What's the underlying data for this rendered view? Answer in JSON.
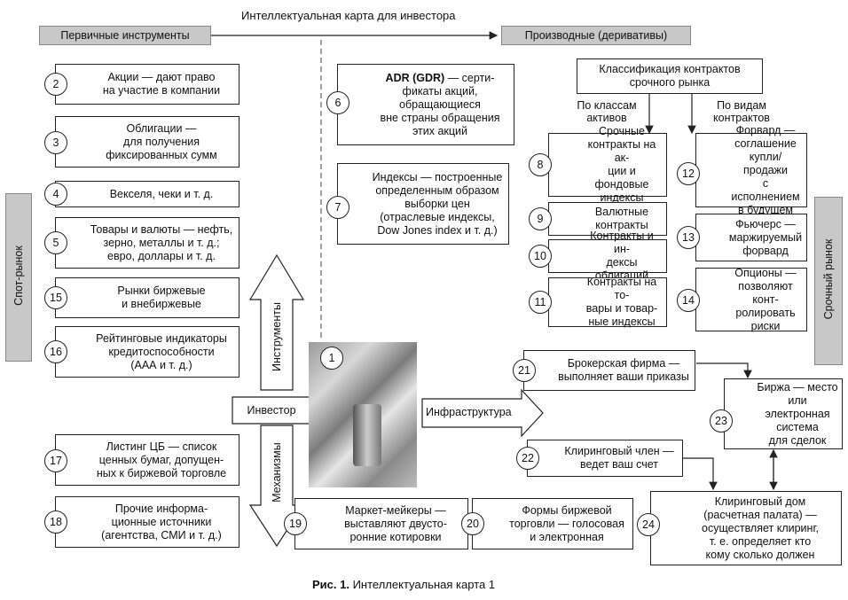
{
  "title": "Интеллектуальная карта для инвестора",
  "caption_bold": "Рис. 1.",
  "caption_text": " Интеллектуальная карта 1",
  "headers": {
    "primary": "Первичные инструменты",
    "derivatives": "Производные (деривативы)",
    "spot": "Спот-рынок",
    "futures_market": "Срочный рынок"
  },
  "center": {
    "investor": "Инвестор",
    "infrastructure": "Инфраструктура",
    "instruments": "Инструменты",
    "mechanisms": "Механизмы",
    "photo_num": "1"
  },
  "classification": {
    "title": "Классификация контрактов\nсрочного рынка",
    "by_assets": "По классам\nактивов",
    "by_contracts": "По видам\nконтрактов"
  },
  "left_boxes": [
    {
      "num": "2",
      "text": "Акции — дают право\nна участие в компании"
    },
    {
      "num": "3",
      "text": "Облигации —\nдля получения\nфиксированных сумм"
    },
    {
      "num": "4",
      "text": "Векселя, чеки и т. д."
    },
    {
      "num": "5",
      "text": "Товары и валюты — нефть,\nзерно, металлы и т. д.;\nевро, доллары и т. д."
    },
    {
      "num": "15",
      "text": "Рынки биржевые\nи внебиржевые"
    },
    {
      "num": "16",
      "text": "Рейтинговые индикаторы\nкредитоспособности\n(ААА и т. д.)"
    },
    {
      "num": "17",
      "text": "Листинг ЦБ — список\nценных бумаг, допущен-\nных к биржевой торговле"
    },
    {
      "num": "18",
      "text": "Прочие информа-\nционные источники\n(агентства, СМИ и т. д.)"
    }
  ],
  "mid_boxes": [
    {
      "num": "6",
      "text_bold": "ADR (GDR)",
      "text": " — серти-\nфикаты акций,\nобращающиеся\nвне страны обращения\nэтих акций"
    },
    {
      "num": "7",
      "text": "Индексы — построенные\nопределенным образом\nвыборки цен\n(отраслевые индексы,\nDow Jones index и т. д.)"
    }
  ],
  "asset_boxes": [
    {
      "num": "8",
      "text": "Срочные\nконтракты на ак-\nции и фондовые\nиндексы"
    },
    {
      "num": "9",
      "text": "Валютные\nконтракты"
    },
    {
      "num": "10",
      "text": "Контракты и ин-\nдексы облигаций"
    },
    {
      "num": "11",
      "text": "Контракты на то-\nвары и товар-\nные индексы"
    }
  ],
  "contract_boxes": [
    {
      "num": "12",
      "text": "Форвард —\nсоглашение\nкупли/продажи\nс исполнением\nв будущем"
    },
    {
      "num": "13",
      "text": "Фьючерс —\nмаржируемый\nфорвард"
    },
    {
      "num": "14",
      "text": "Опционы —\nпозволяют конт-\nролировать\nриски"
    }
  ],
  "infra_boxes": [
    {
      "num": "21",
      "text": "Брокерская фирма —\nвыполняет ваши приказы"
    },
    {
      "num": "22",
      "text": "Клиринговый член —\nведет ваш счет"
    },
    {
      "num": "23",
      "text": "Биржа — место\nили электронная\nсистема\nдля сделок"
    },
    {
      "num": "24",
      "text": "Клиринговый дом\n(расчетная палата) —\nосуществляет клиринг,\nт. е. определяет кто\nкому сколько должен"
    }
  ],
  "bottom_boxes": [
    {
      "num": "19",
      "text": "Маркет-мейкеры —\nвыставляют двусто-\nронние котировки"
    },
    {
      "num": "20",
      "text": "Формы биржевой\nторговли — голосовая\nи электронная"
    }
  ]
}
